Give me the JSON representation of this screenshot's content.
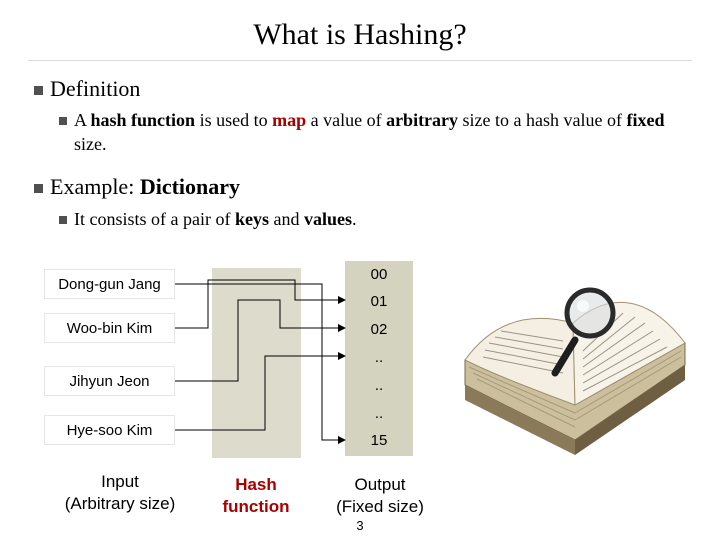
{
  "slide": {
    "title": "What is Hashing?",
    "page_number": "3"
  },
  "bullets": {
    "definition": {
      "label": "Definition",
      "sub": {
        "p1": "A ",
        "hash_function": "hash function",
        "p2": " is used to ",
        "map": "map",
        "p3": " a value of ",
        "arbitrary": "arbitrary",
        "p4": " size to a hash value of ",
        "fixed": "fixed",
        "p5": " size."
      }
    },
    "example": {
      "label_prefix": "Example: ",
      "label_bold": "Dictionary",
      "sub": {
        "p1": "It consists of a pair of ",
        "keys": "keys",
        "p2": " and ",
        "values": "values",
        "p3": "."
      }
    }
  },
  "diagram": {
    "inputs": [
      "Dong-gun Jang",
      "Woo-bin Kim",
      "Jihyun Jeon",
      "Hye-soo Kim"
    ],
    "outputs": [
      "00",
      "01",
      "02",
      "..",
      "..",
      "..",
      "15"
    ],
    "captions": {
      "input_line1": "Input",
      "input_line2": "(Arbitrary size)",
      "hash_line1": "Hash",
      "hash_line2": "function",
      "output_line1": "Output",
      "output_line2": "(Fixed size)"
    }
  },
  "colors": {
    "accent_red": "#a80000",
    "hash_panel": "#dcdbcc",
    "output_panel": "#d4d3c0",
    "bullet_square": "#505050"
  },
  "illustration": {
    "icon": "dictionary-with-magnifying-glass-icon"
  }
}
